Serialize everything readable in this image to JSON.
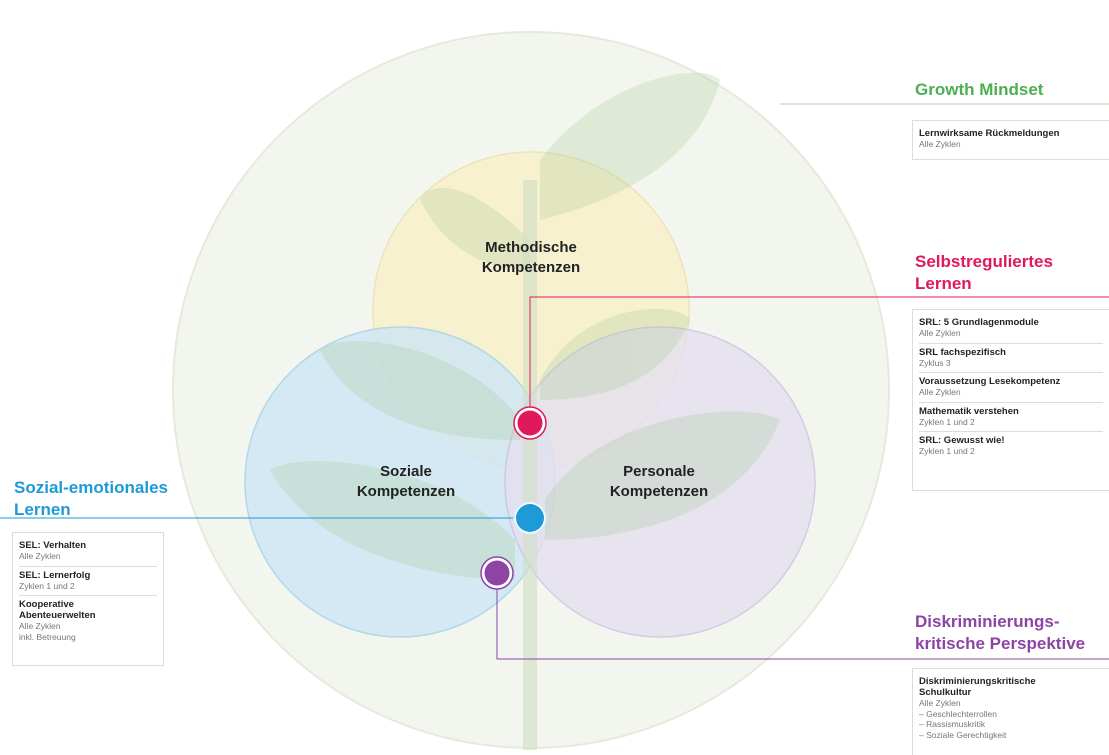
{
  "colors": {
    "growth": "#4caf50",
    "srl": "#e0195a",
    "sel": "#1e9ad6",
    "diskr": "#8e44a5",
    "methodische_fill": "#f6efc9",
    "soziale_fill": "#cfe6f3",
    "personale_fill": "#e2ddee",
    "outer_fill": "#f2f5ec",
    "leaf_fill": "#cfe0c3"
  },
  "circles": {
    "methodische": "Methodische\nKompetenzen",
    "soziale": "Soziale\nKompetenzen",
    "personale": "Personale\nKompetenzen"
  },
  "sections": {
    "growth": {
      "heading": "Growth Mindset",
      "items": [
        {
          "title": "Lernwirksame Rückmeldungen",
          "sub": "Alle Zyklen"
        }
      ]
    },
    "srl": {
      "heading": "Selbstreguliertes\nLernen",
      "items": [
        {
          "title": "SRL: 5 Grundlagenmodule",
          "sub": "Alle Zyklen"
        },
        {
          "title": "SRL fachspezifisch",
          "sub": "Zyklus 3"
        },
        {
          "title": "Voraussetzung Lesekompetenz",
          "sub": "Alle Zyklen"
        },
        {
          "title": "Mathematik verstehen",
          "sub": "Zyklen 1 und 2"
        },
        {
          "title": "SRL: Gewusst wie!",
          "sub": "Zyklen 1 und 2"
        }
      ]
    },
    "sel": {
      "heading": "Sozial-emotionales\nLernen",
      "items": [
        {
          "title": "SEL: Verhalten",
          "sub": "Alle Zyklen"
        },
        {
          "title": "SEL: Lernerfolg",
          "sub": "Zyklen 1 und 2"
        },
        {
          "title": "Kooperative\nAbenteuerwelten",
          "sub": "Alle Zyklen\ninkl. Betreuung"
        }
      ]
    },
    "diskr": {
      "heading": "Diskriminierungs-\nkritische Perspektive",
      "items": [
        {
          "title": "Diskriminierungskritische\nSchulkultur",
          "sub": "Alle Zyklen\n– Geschlechterrollen\n– Rassismuskritik\n– Soziale Gerechtigkeit"
        }
      ]
    }
  }
}
